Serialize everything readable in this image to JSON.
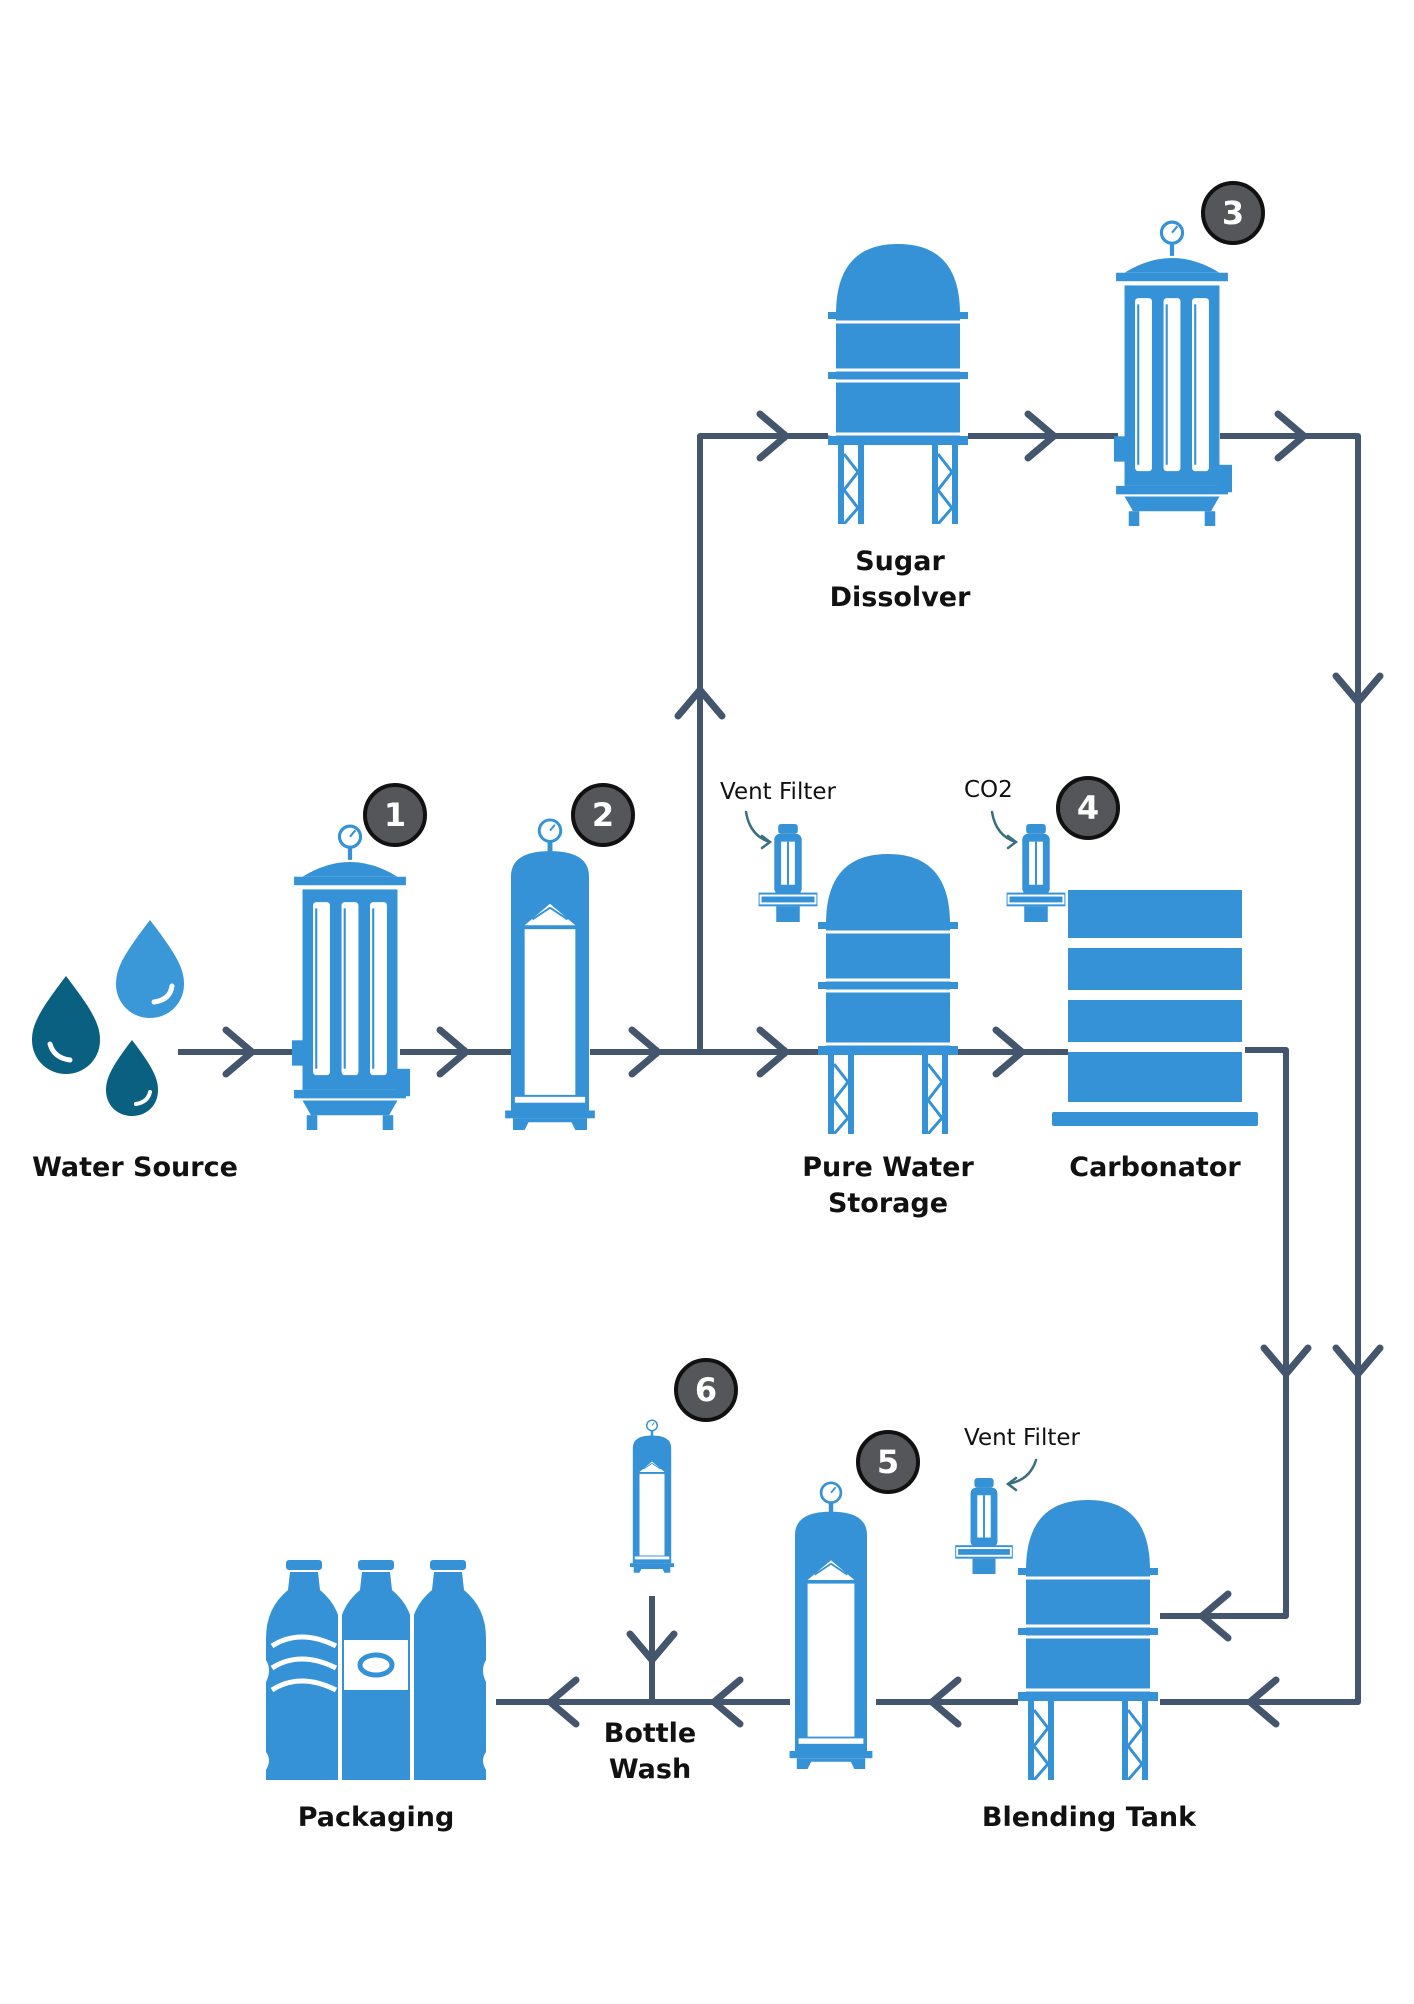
{
  "colors": {
    "equipment": "#3592d6",
    "equipment_white": "#ffffff",
    "pipe": "#44556e",
    "water_drop_dark": "#0a6080",
    "water_drop_light": "#3a97d8",
    "badge_fill": "#555659"
  },
  "labels": {
    "water_source": "Water Source",
    "sugar_dissolver": "Sugar\nDissolver",
    "pure_water_storage": "Pure Water\nStorage",
    "carbonator": "Carbonator",
    "bottle_wash": "Bottle\nWash",
    "packaging": "Packaging",
    "blending_tank": "Blending Tank"
  },
  "annotations": {
    "vent_filter_top": "Vent Filter",
    "co2": "CO2",
    "vent_filter_bottom": "Vent Filter"
  },
  "steps": {
    "step1": "1",
    "step2": "2",
    "step3": "3",
    "step4": "4",
    "step5": "5",
    "step6": "6"
  },
  "icons": {
    "water_source": "water-drops-icon",
    "filter_housing": "multi-cartridge-filter-icon",
    "cartridge_filter": "cartridge-filter-icon",
    "tank": "storage-tank-icon",
    "carbonator": "carbonator-icon",
    "vent_filter": "vent-filter-icon",
    "packaging": "bottles-icon"
  }
}
